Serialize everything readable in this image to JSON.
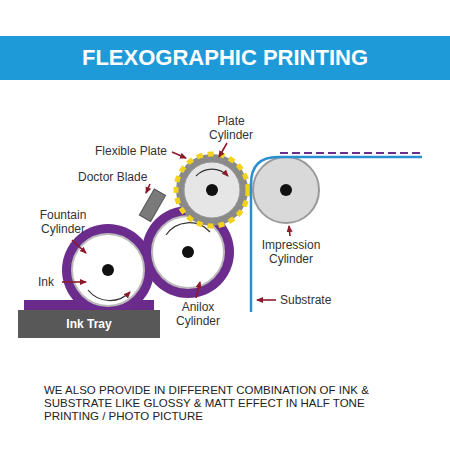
{
  "diagram": {
    "title": "FLEXOGRAPHIC PRINTING",
    "caption": "WE ALSO PROVIDE IN DIFFERENT COMBINATION OF INK & SUBSTRATE LIKE GLOSSY & MATT EFFECT IN HALF TONE PRINTING / PHOTO PICTURE",
    "nodes": [
      {
        "text": [
          "Ink Tray"
        ]
      }
    ],
    "labels": [
      "Plate Cylinder",
      "Flexible Plate",
      "Doctor Blade",
      "Fountain Cylinder",
      "Ink",
      "Anilox Cylinder",
      "Impression Cylinder",
      "Substrate"
    ]
  }
}
